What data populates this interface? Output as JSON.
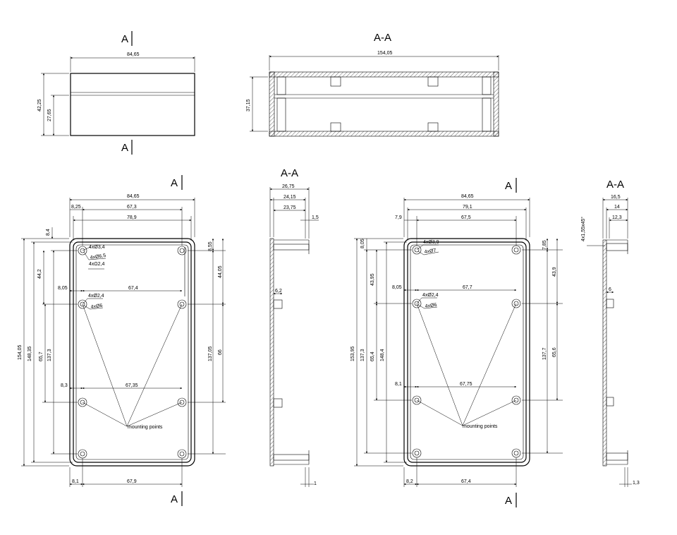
{
  "section_labels": {
    "top_left_upper": "A",
    "top_left_lower": "A",
    "top_section": "A-A",
    "mid_section": "A-A",
    "right_section": "A-A",
    "left_top": "A",
    "left_bottom": "A",
    "right_top": "A",
    "right_bottom": "A"
  },
  "dims_top": {
    "width": "84,65",
    "h_total": "42,25",
    "h_lower": "27,65",
    "length": "154,05",
    "inner_h": "37,15"
  },
  "dims_left": {
    "width": "84,65",
    "w1": "8,25",
    "w2": "67,3",
    "w3": "78,9",
    "v_8_4": "8,4",
    "v_44_2": "44,2",
    "v_65_7": "65,7",
    "v_137_3": "137,3",
    "v_148_35": "148,35",
    "v_154_05": "154,05",
    "r_8_55": "8,55",
    "r_44_05": "44,05",
    "r_137_05": "137,05",
    "r_66": "66",
    "h_8_05": "8,05",
    "h_67_4": "67,4",
    "h_8_3": "8,3",
    "h_67_35": "67,35",
    "b_8_1": "8,1",
    "b_67_9": "67,9",
    "hole1": "4xØ3,4",
    "hole2": "4xØ6,5",
    "hole3": "4xΩ2,4",
    "hole4": "4xØ2,4",
    "hole5": "4xØ6",
    "mounting": "mounting points"
  },
  "dims_mid": {
    "d_26_75": "26,75",
    "d_24_15": "24,15",
    "d_23_75": "23,75",
    "d_1_5": "1,5",
    "d_6_2": "6,2",
    "d_1": "1"
  },
  "dims_right": {
    "width": "84,65",
    "w1": "79,1",
    "w2": "67,5",
    "w3": "7,9",
    "v_8_05": "8,05",
    "v_43_95": "43,95",
    "v_65_4": "65,4",
    "v_137_3": "137,3",
    "v_148_4": "148,4",
    "v_153_95": "153,95",
    "r_7_85": "7,85",
    "r_43_9": "43,9",
    "r_137_7": "137,7",
    "r_65_6": "65,6",
    "h_8_05": "8,05",
    "h_67_7": "67,7",
    "h_8_1": "8,1",
    "h_67_75": "67,75",
    "b_8_2": "8,2",
    "b_67_4": "67,4",
    "hole1": "4xØ3,9",
    "hole2": "4xØ7",
    "hole4": "4xØ2,4",
    "hole5": "4xØ6",
    "mounting": "mounting points"
  },
  "dims_far": {
    "d_16_5": "16,5",
    "d_14": "14",
    "d_12_3": "12,3",
    "chamfer": "4x1,55x45°",
    "d_6": "6",
    "d_1_3": "1,3"
  }
}
